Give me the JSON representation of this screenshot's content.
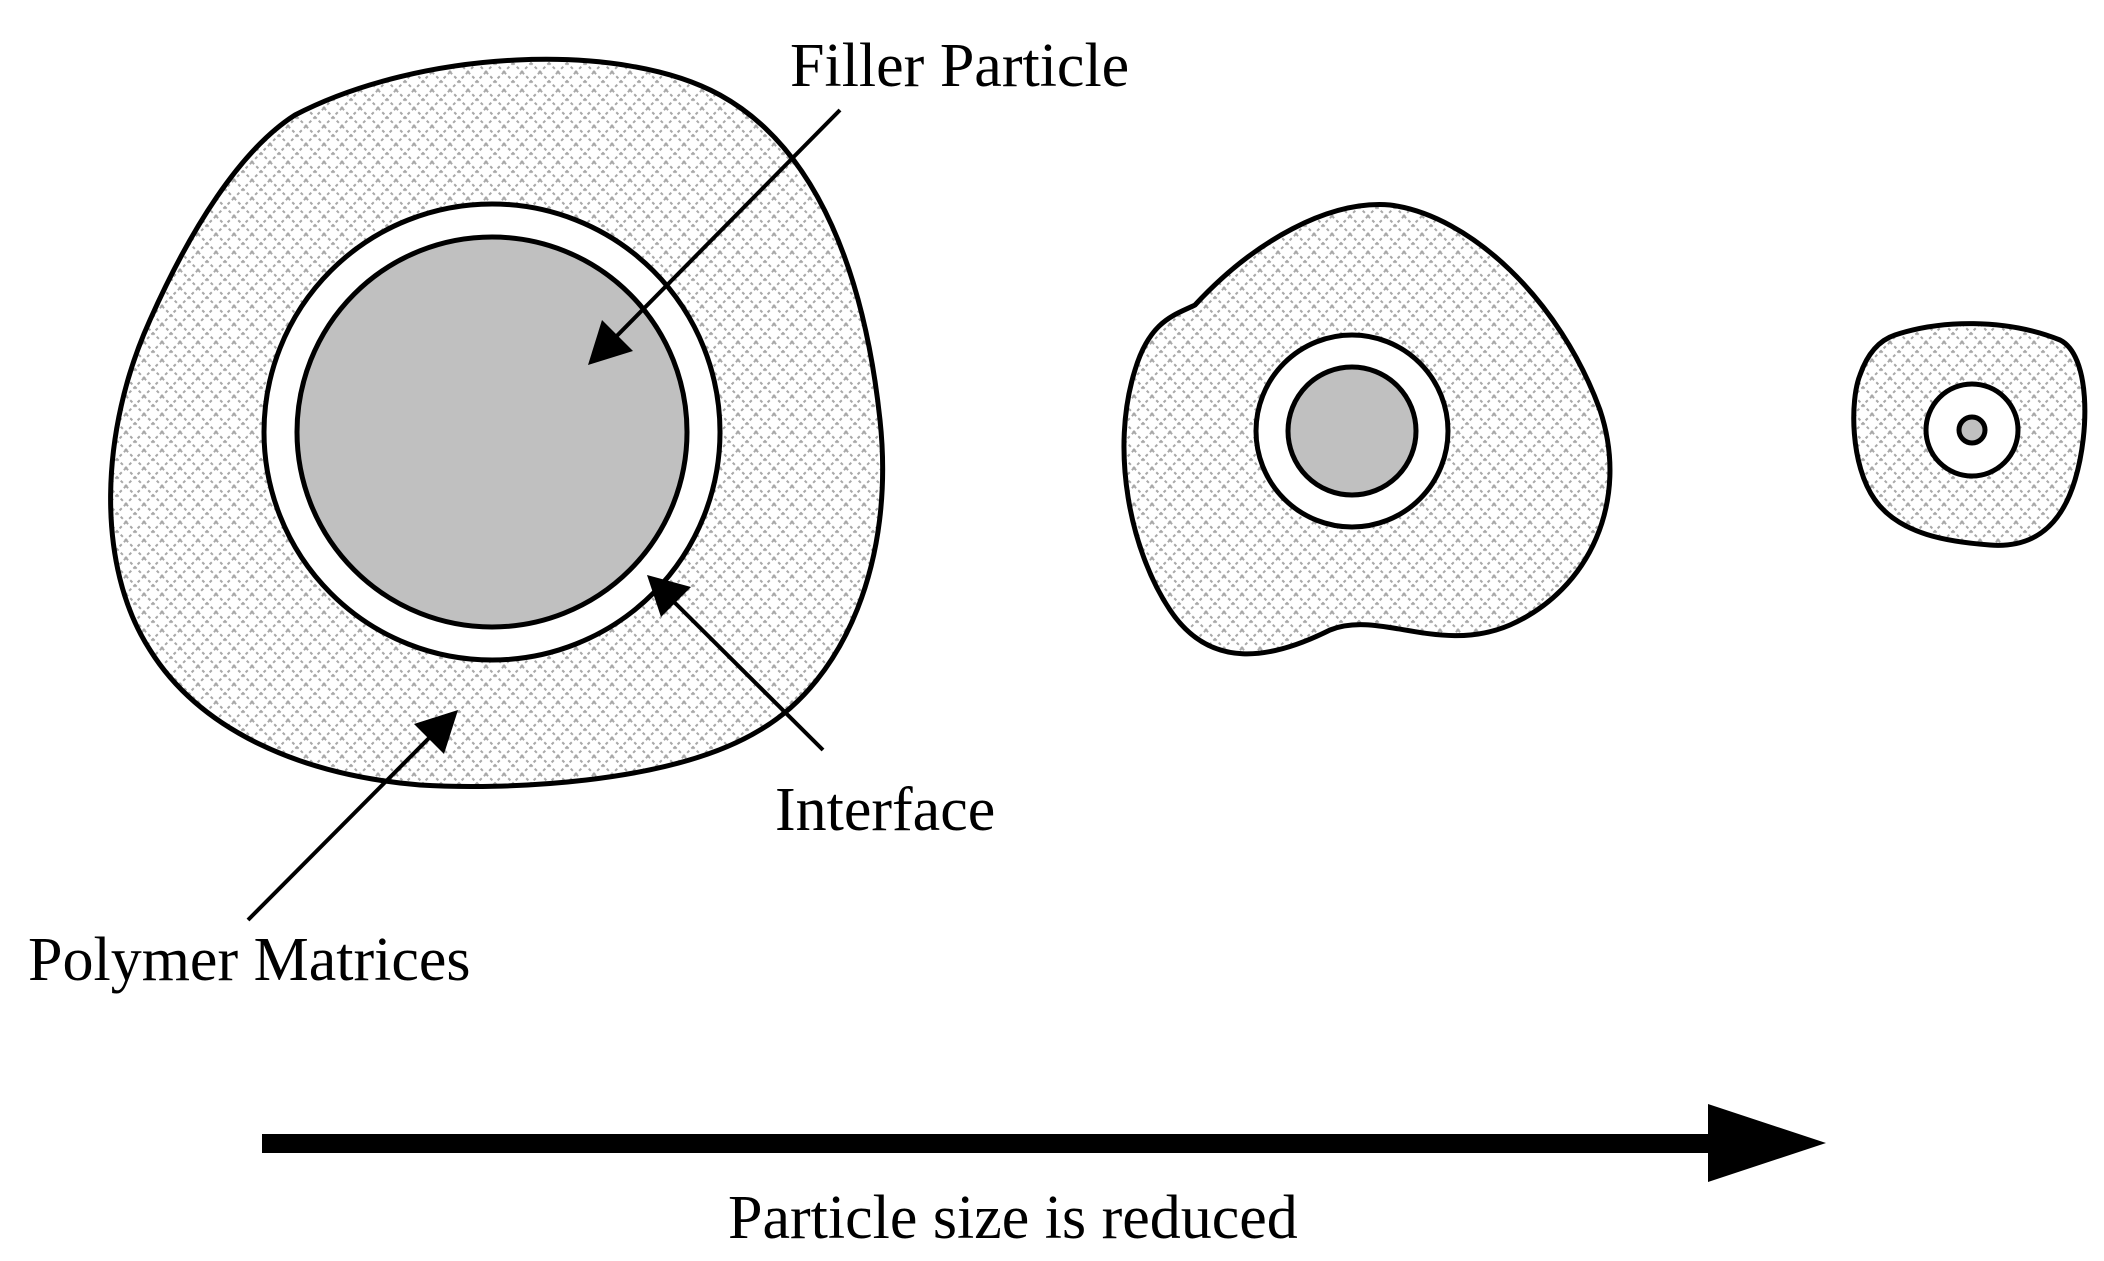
{
  "labels": {
    "filler_particle": "Filler Particle",
    "interface": "Interface",
    "polymer_matrices": "Polymer Matrices",
    "size_arrow_caption": "Particle size is reduced"
  },
  "colors": {
    "outline": "#000000",
    "particle_fill": "#c0c0c0",
    "interface_fill": "#ffffff",
    "matrix_hatch": "#a8a8a8",
    "background": "#ffffff"
  },
  "particles": [
    {
      "name": "large",
      "relative_core_size": 1.0
    },
    {
      "name": "medium",
      "relative_core_size": 0.33
    },
    {
      "name": "small",
      "relative_core_size": 0.07
    }
  ]
}
